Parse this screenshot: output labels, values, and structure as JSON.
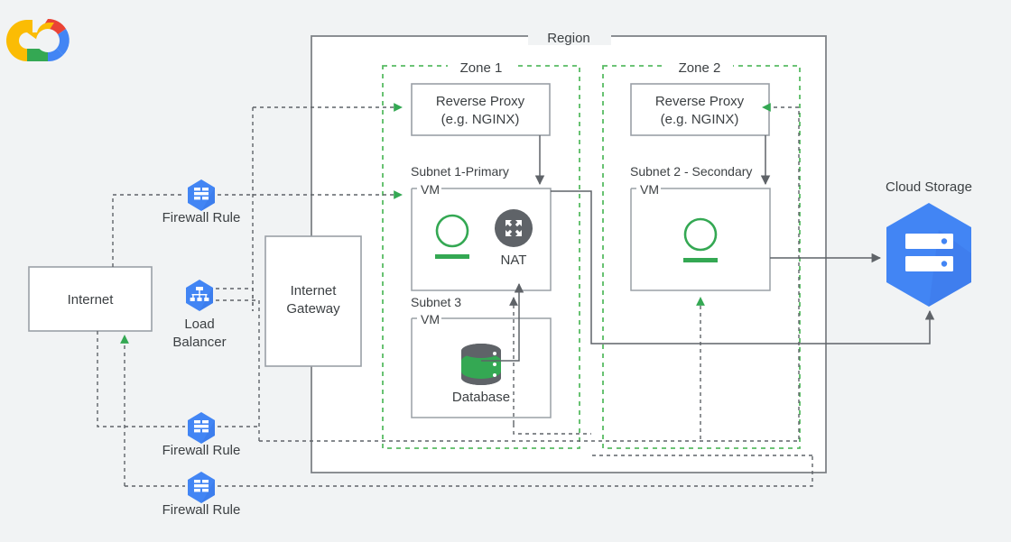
{
  "diagram": {
    "title": "Google Cloud multi-zone region architecture",
    "logo": "google-cloud-logo"
  },
  "colors": {
    "background": "#f1f3f4",
    "box_stroke": "#9aa0a6",
    "text": "#3c4043",
    "zone_green": "#57bb63",
    "vm_green": "#34a853",
    "gcp_blue": "#4285f4",
    "gcp_blue_dark": "#1a73e8",
    "nat_gray": "#5f6368",
    "db_gray": "#5f6368",
    "db_green": "#34a853",
    "connector": "#5f6368"
  },
  "nodes": {
    "internet": {
      "label": "Internet",
      "type": "box"
    },
    "internet_gateway": {
      "label": "Internet\nGateway",
      "line1": "Internet",
      "line2": "Gateway",
      "type": "box"
    },
    "load_balancer": {
      "label": "Load\nBalancer",
      "line1": "Load",
      "line2": "Balancer",
      "icon": "load-balancer-icon",
      "type": "hex"
    },
    "cloud_storage": {
      "label": "Cloud Storage",
      "icon": "cloud-storage-icon",
      "type": "hex"
    },
    "region": {
      "label": "Region",
      "type": "container"
    },
    "firewall_rules": [
      {
        "label": "Firewall Rule",
        "icon": "firewall-rule-icon"
      },
      {
        "label": "Firewall Rule",
        "icon": "firewall-rule-icon"
      },
      {
        "label": "Firewall Rule",
        "icon": "firewall-rule-icon"
      }
    ]
  },
  "zones": [
    {
      "name": "Zone 1",
      "reverse_proxy": {
        "line1": "Reverse Proxy",
        "line2": "(e.g. NGINX)"
      },
      "subnets": [
        {
          "label": "Subnet 1-Primary",
          "vm_label": "VM",
          "items": [
            {
              "name": "vm-instance-icon",
              "label": ""
            },
            {
              "name": "nat-icon",
              "label": "NAT"
            }
          ]
        },
        {
          "label": "Subnet 3",
          "vm_label": "VM",
          "items": [
            {
              "name": "database-icon",
              "label": "Database"
            }
          ]
        }
      ]
    },
    {
      "name": "Zone 2",
      "reverse_proxy": {
        "line1": "Reverse Proxy",
        "line2": "(e.g. NGINX)"
      },
      "subnets": [
        {
          "label": "Subnet 2 - Secondary",
          "vm_label": "VM",
          "items": [
            {
              "name": "vm-instance-icon",
              "label": ""
            }
          ]
        }
      ]
    }
  ],
  "labels": {
    "region": "Region",
    "zone1": "Zone 1",
    "zone2": "Zone 2",
    "internet": "Internet",
    "gateway_l1": "Internet",
    "gateway_l2": "Gateway",
    "lb_l1": "Load",
    "lb_l2": "Balancer",
    "firewall1": "Firewall Rule",
    "firewall2": "Firewall Rule",
    "firewall3": "Firewall Rule",
    "cloud_storage": "Cloud Storage",
    "rp1_l1": "Reverse Proxy",
    "rp1_l2": "(e.g. NGINX)",
    "rp2_l1": "Reverse Proxy",
    "rp2_l2": "(e.g. NGINX)",
    "subnet1": "Subnet 1-Primary",
    "subnet2": "Subnet 2 - Secondary",
    "subnet3": "Subnet 3",
    "vm1": "VM",
    "vm2": "VM",
    "vm3": "VM",
    "nat": "NAT",
    "database": "Database"
  }
}
